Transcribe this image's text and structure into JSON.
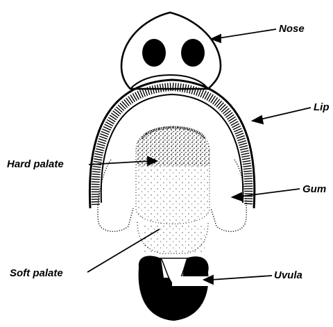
{
  "labels": {
    "nose": "Nose",
    "lip": "Lip",
    "hard_palate": "Hard palate",
    "gum": "Gum",
    "soft_palate": "Soft palate",
    "uvula": "Uvula"
  }
}
